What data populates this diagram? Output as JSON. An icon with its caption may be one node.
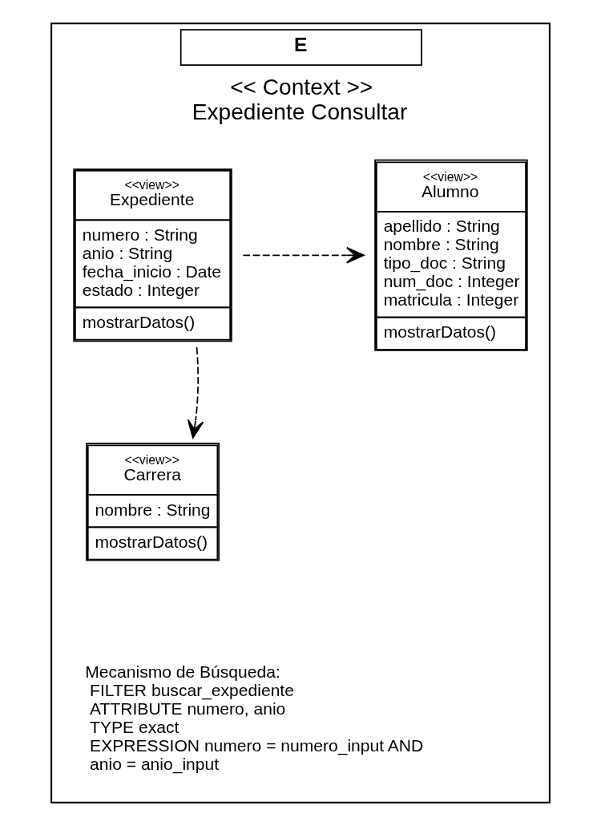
{
  "diagram": {
    "nodes": [
      {
        "text": [
          "E",
          "<< Context >>",
          "Expediente Consultar"
        ]
      },
      {
        "text": [
          "<<view>>",
          "Expediente",
          "numero : String",
          "anio : String",
          "fecha_inicio : Date",
          "estado : Integer",
          "mostrarDatos()"
        ],
        "in": 0
      },
      {
        "text": [
          "<<view>>",
          "Alumno",
          "apellido : String",
          "nombre : String",
          "tipo_doc : String",
          "num_doc : Integer",
          "matricula : Integer",
          "mostrarDatos()"
        ],
        "in": 0
      },
      {
        "text": [
          "<<view>>",
          "Carrera",
          "nombre : String",
          "mostrarDatos()"
        ],
        "in": 0
      },
      {
        "text": [
          "Mecanismo de Búsqueda:",
          "FILTER buscar_expediente",
          "ATTRIBUTE numero, anio",
          "TYPE exact",
          "EXPRESSION numero = numero_input AND",
          "anio = anio_input"
        ],
        "in": 0
      }
    ],
    "edges": [
      {
        "from": 1,
        "to": 2,
        "arrow": "to",
        "style": "dashed"
      },
      {
        "from": 1,
        "to": 3,
        "arrow": "to",
        "style": "dashed"
      }
    ]
  }
}
